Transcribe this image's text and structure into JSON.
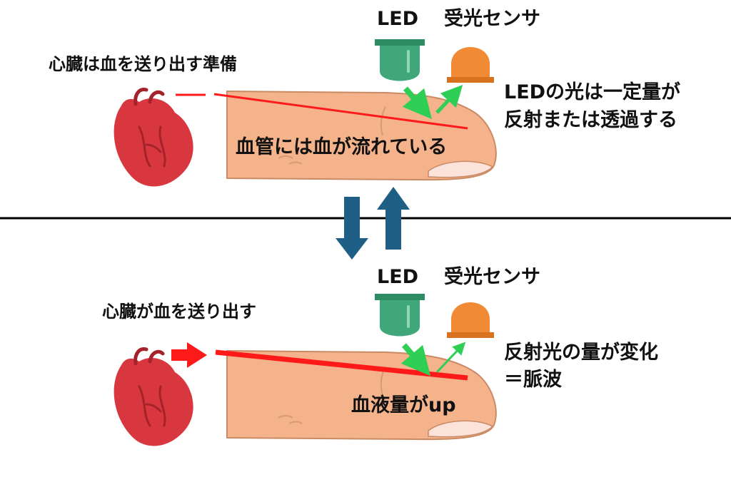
{
  "top": {
    "heart_label": "心臓は血を送り出す準備",
    "led_label": "LED",
    "sensor_label": "受光センサ",
    "vessel_label": "血管には血が流れている",
    "light_note_line1": "LEDの光は一定量が",
    "light_note_line2": "反射または透過する"
  },
  "bottom": {
    "heart_label": "心臓が血を送り出す",
    "led_label": "LED",
    "sensor_label": "受光センサ",
    "blood_label": "血液量がup",
    "change_note_line1": "反射光の量が変化",
    "change_note_line2": "＝脈波"
  },
  "colors": {
    "finger": "#f4b38b",
    "finger_outline": "#c98a64",
    "nail": "#fbe3dc",
    "heart": "#d9373f",
    "heart_dark": "#a5222a",
    "blood_vessel": "#ff1a1a",
    "led_body": "#3fa77a",
    "sensor": "#f08a35",
    "light_arrow": "#2fcf55",
    "transition_arrow": "#1f5f86",
    "divider": "#000000"
  }
}
